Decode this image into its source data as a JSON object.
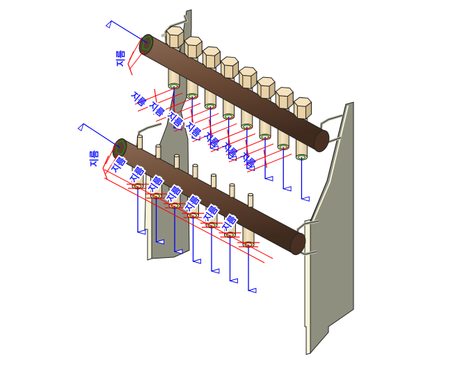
{
  "diagram": {
    "title": "Pipe manifold assembly with diameter annotations",
    "annotation_text": "지름",
    "colors": {
      "pipe_brown": "#6b4a36",
      "pipe_brown_dark": "#3f2a1e",
      "pipe_brown_light": "#8a6a54",
      "stub_cream": "#f1dfb9",
      "stub_cream_shade": "#d6c196",
      "hex_top": "#f5e2be",
      "hex_side": "#e9d2a6",
      "hex_side_dark": "#cdb58a",
      "panel_gray": "#8f8f80",
      "panel_edge": "#f7f3d9",
      "bracket_gray": "#b8b8a6",
      "dimension_red": "#ff0000",
      "axis_blue": "#0000ee",
      "label_blue": "#1a1aff",
      "marker_green": "#1a8a1a"
    },
    "upper_manifold": {
      "name": "upper manifold",
      "hex_cap_count": 8,
      "stub_count": 8,
      "end_label": "지름",
      "stub_labels": [
        "지름",
        "지름",
        "지름",
        "지름",
        "지름",
        "지름",
        "지름"
      ]
    },
    "lower_manifold": {
      "name": "lower manifold",
      "top_pin_count": 7,
      "stub_count": 7,
      "end_label": "지름",
      "stub_labels": [
        "지름",
        "지름",
        "지름",
        "지름",
        "지름",
        "지름",
        "지름"
      ]
    }
  }
}
